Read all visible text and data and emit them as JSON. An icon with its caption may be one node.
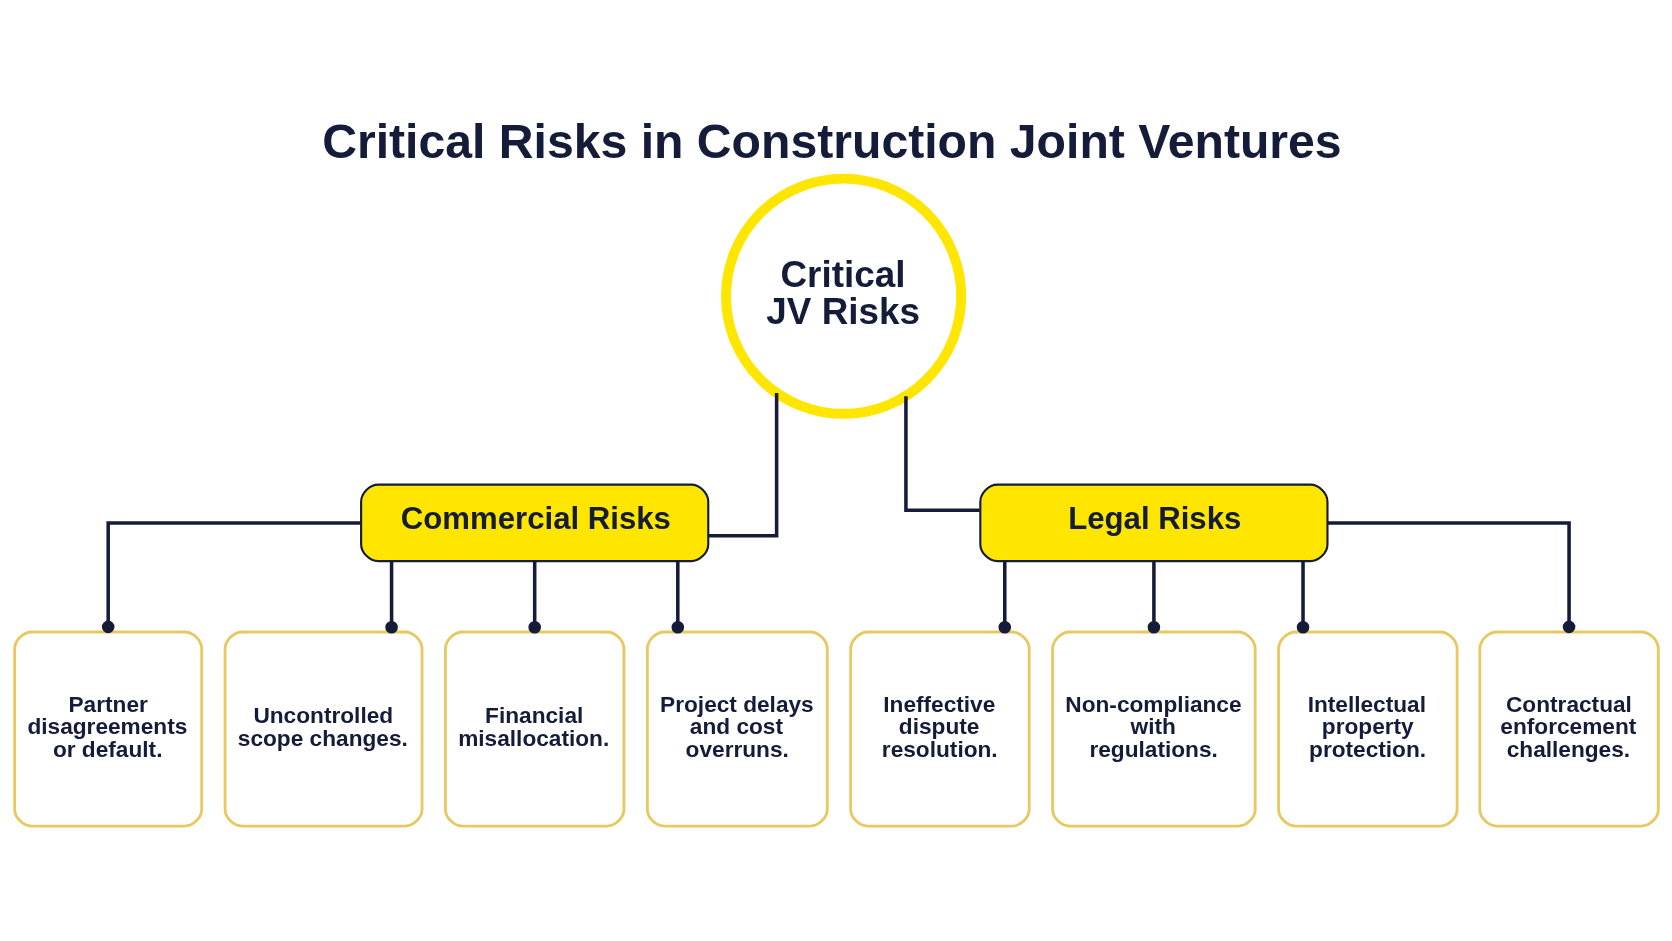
{
  "diagram": {
    "title": "Critical Risks in Construction Joint Ventures",
    "nodes": [
      {
        "text": [
          "Critical JV Risks"
        ]
      },
      {
        "text": [
          "Commercial Risks"
        ]
      },
      {
        "text": [
          "Legal Risks"
        ]
      },
      {
        "text": [
          "Partner disagreements or default."
        ]
      },
      {
        "text": [
          "Uncontrolled scope changes."
        ]
      },
      {
        "text": [
          "Financial misallocation."
        ]
      },
      {
        "text": [
          "Project delays and cost overruns."
        ]
      },
      {
        "text": [
          "Ineffective dispute resolution."
        ]
      },
      {
        "text": [
          "Non-compliance with regulations."
        ]
      },
      {
        "text": [
          "Intellectual property protection."
        ]
      },
      {
        "text": [
          "Contractual enforcement challenges."
        ]
      }
    ],
    "edges": [
      {
        "from": 0,
        "to": 1,
        "arrow": "none"
      },
      {
        "from": 0,
        "to": 2,
        "arrow": "none"
      },
      {
        "from": 1,
        "to": 3,
        "arrow": "other"
      },
      {
        "from": 1,
        "to": 4,
        "arrow": "other"
      },
      {
        "from": 1,
        "to": 5,
        "arrow": "other"
      },
      {
        "from": 1,
        "to": 6,
        "arrow": "other"
      },
      {
        "from": 2,
        "to": 7,
        "arrow": "other"
      },
      {
        "from": 2,
        "to": 8,
        "arrow": "other"
      },
      {
        "from": 2,
        "to": 9,
        "arrow": "other"
      },
      {
        "from": 2,
        "to": 10,
        "arrow": "other"
      }
    ]
  }
}
